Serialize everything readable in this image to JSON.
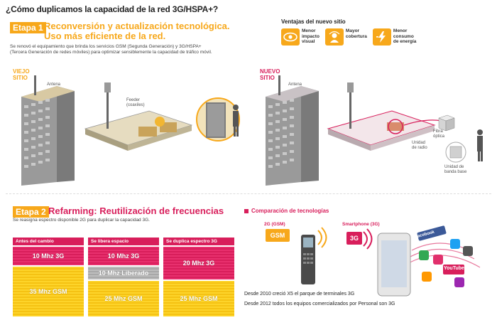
{
  "title": "¿Cómo duplicamos la capacidad de la red 3G/HSPA+?",
  "stage1": {
    "tag": "Etapa 1",
    "headline_1": "Reconversión y actualización tecnológica.",
    "headline_2": "Uso más eficiente de la red.",
    "description_1": "Se renovó el equipamiento que brinda los servicios GSM (Segunda Generación) y 3G/HSPA+",
    "description_2": "(Tercera Generación de redes móviles) para optimizar sensiblemente la capacidad de tráfico móvil."
  },
  "advantages": {
    "title": "Ventajas del nuevo sitio",
    "items": [
      {
        "icon": "eye-icon",
        "label_1": "Menor",
        "label_2": "impacto",
        "label_3": "visual"
      },
      {
        "icon": "coverage-icon",
        "label_1": "Mayor",
        "label_2": "cobertura",
        "label_3": ""
      },
      {
        "icon": "energy-icon",
        "label_1": "Menor",
        "label_2": "consumo",
        "label_3": "de energía"
      }
    ]
  },
  "old_site": {
    "label_1": "VIEJO",
    "label_2": "SITIO",
    "antenna": "Antena",
    "feeder_1": "Feeder",
    "feeder_2": "(coaxiles)"
  },
  "new_site": {
    "label_1": "NUEVO",
    "label_2": "SITIO",
    "antenna": "Antena",
    "fiber_1": "Fibra",
    "fiber_2": "óptica",
    "radio_1": "Unidad",
    "radio_2": "de radio",
    "baseband_1": "Unidad de",
    "baseband_2": "banda base"
  },
  "stage2": {
    "tag": "Etapa 2",
    "headline": "Refarming: Reutilización de frecuencias",
    "description": "Se reasigna espectro disponible 2G para duplicar la capacidad 3G."
  },
  "freq_columns": [
    {
      "header": "Antes del cambio",
      "bands": [
        {
          "label": "10 Mhz 3G",
          "color": "pink"
        },
        {
          "label": "35 Mhz GSM",
          "color": "yellow"
        }
      ]
    },
    {
      "header": "Se libera espacio",
      "bands": [
        {
          "label": "10 Mhz 3G",
          "color": "pink"
        },
        {
          "label": "10 Mhz Liberado",
          "color": "grey"
        },
        {
          "label": "25 Mhz GSM",
          "color": "yellow"
        }
      ]
    },
    {
      "header": "Se duplica espectro 3G",
      "bands": [
        {
          "label": "20 Mhz 3G",
          "color": "pink"
        },
        {
          "label": "25 Mhz GSM",
          "color": "yellow"
        }
      ]
    }
  ],
  "tech_comparison": {
    "title": "Comparación de tecnologías",
    "phone_2g_label": "2G (GSM)",
    "phone_2g_badge": "GSM",
    "smartphone_label": "Smartphone (3G)",
    "badge_3g": "3G",
    "app_labels": [
      "facebook",
      "YouTube"
    ],
    "footer_1": "Desde 2010 creció X5 el parque de terminales 3G",
    "footer_2": "Desde 2012 todos los equipos comercializados por Personal son 3G"
  },
  "colors": {
    "accent_orange": "#f7a81b",
    "accent_magenta": "#d81e5b",
    "band_grey": "#a8a8a8"
  }
}
